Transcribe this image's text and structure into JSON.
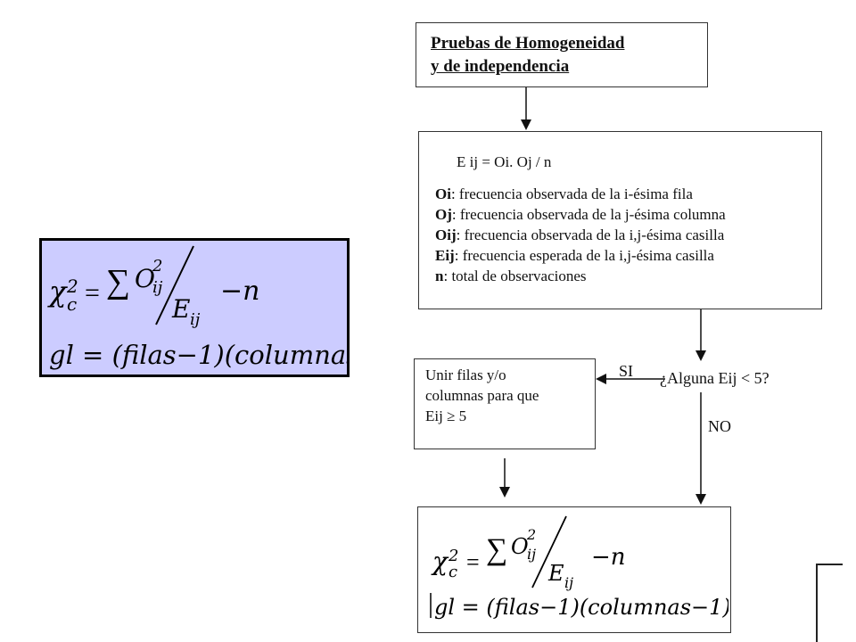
{
  "title_box": {
    "line1": "Pruebas de Homogeneidad",
    "line2": "y de independencia"
  },
  "definitions_box": {
    "formula": "E ij = Oi. Oj / n",
    "items": [
      {
        "term": "Oi",
        "text": ": frecuencia observada de la i-ésima fila"
      },
      {
        "term": "Oj",
        "text": ": frecuencia observada de la j-ésima columna"
      },
      {
        "term": "Oij",
        "text": ": frecuencia observada de la i,j-ésima casilla"
      },
      {
        "term": "Eij",
        "text": ": frecuencia esperada de la i,j-ésima casilla"
      },
      {
        "term": "n",
        "text": ": total de observaciones"
      }
    ]
  },
  "decision": {
    "question": "¿Alguna Eij < 5?",
    "yes_label": "SI",
    "no_label": "NO"
  },
  "join_box": {
    "line1": "Unir filas y/o",
    "line2": "columnas para que",
    "line3": "Eij  ≥ 5"
  },
  "formula": {
    "chi_symbol": "χ",
    "chi_sub": "c",
    "power": "2",
    "equals": "=",
    "sum": "∑",
    "numerator": "O",
    "numerator_sub": "ij",
    "denominator": "E",
    "denominator_sub": "ij",
    "minus_n": "−n",
    "gl_line": "gl = (filas−1)(columnas−1)"
  },
  "colors": {
    "formula_bg": "#ccccff",
    "line": "#333333"
  }
}
